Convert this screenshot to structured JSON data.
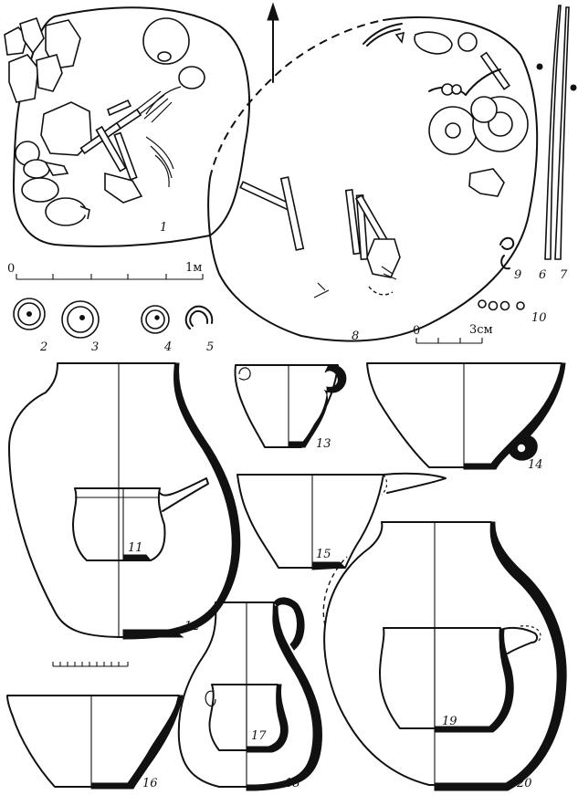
{
  "scale_bars": {
    "meter": {
      "zero": "0",
      "end": "1м"
    },
    "centimeter": {
      "zero": "0",
      "end": "3см"
    }
  },
  "figure_labels": [
    "1",
    "2",
    "3",
    "4",
    "5",
    "6",
    "7",
    "8",
    "9",
    "10",
    "11",
    "12",
    "13",
    "14",
    "15",
    "16",
    "17",
    "18",
    "19",
    "20"
  ]
}
